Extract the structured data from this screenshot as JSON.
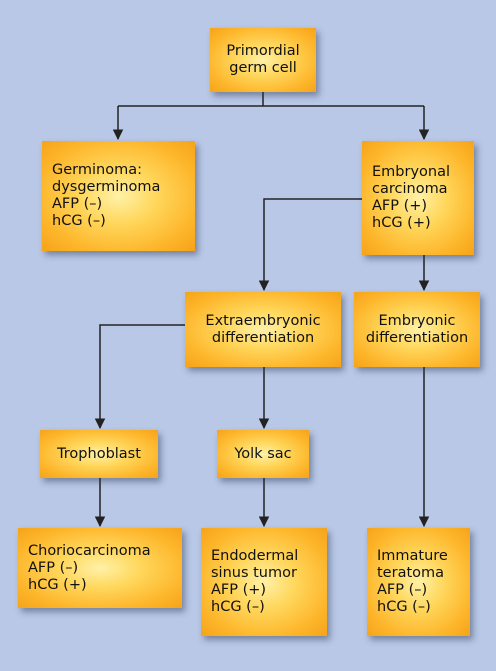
{
  "nodes": {
    "primordial": {
      "lines": [
        "Primordial",
        "germ cell"
      ]
    },
    "germinoma": {
      "lines": [
        "Germinoma:",
        "dysgerminoma",
        "AFP (–)",
        "hCG (–)"
      ]
    },
    "embryonal_carcinoma": {
      "lines": [
        "Embryonal",
        "carcinoma",
        "AFP (+)",
        "hCG (+)"
      ]
    },
    "extraembryonic": {
      "lines": [
        "Extraembryonic",
        "differentiation"
      ]
    },
    "embryonic": {
      "lines": [
        "Embryonic",
        "differentiation"
      ]
    },
    "trophoblast": {
      "lines": [
        "Trophoblast"
      ]
    },
    "yolk_sac": {
      "lines": [
        "Yolk sac"
      ]
    },
    "choriocarcinoma": {
      "lines": [
        "Choriocarcinoma",
        "AFP (–)",
        "hCG (+)"
      ]
    },
    "endodermal_sinus": {
      "lines": [
        "Endodermal",
        "sinus tumor",
        "AFP (+)",
        "hCG (–)"
      ]
    },
    "immature_teratoma": {
      "lines": [
        "Immature",
        "teratoma",
        "AFP (–)",
        "hCG (–)"
      ]
    }
  },
  "colors": {
    "background": "#b8c8e6",
    "connector": "#222222",
    "box": "#fdb52a"
  }
}
